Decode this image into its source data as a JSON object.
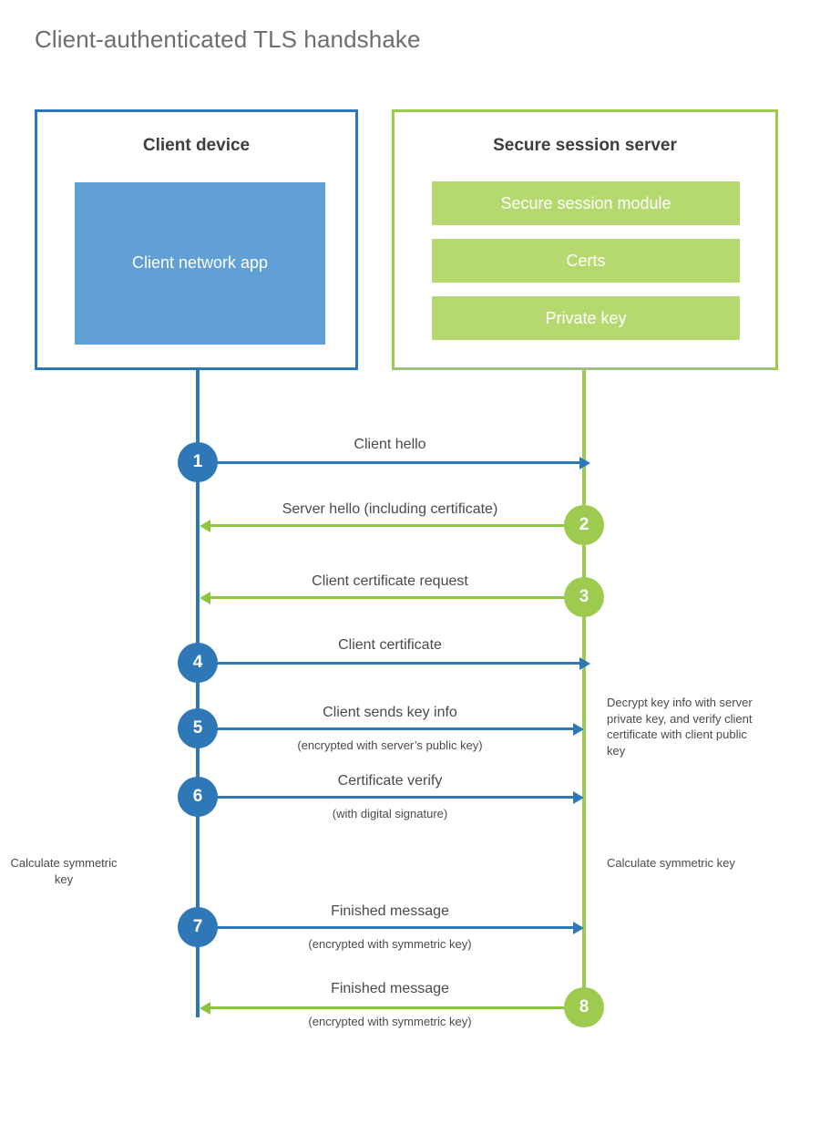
{
  "title": "Client-authenticated TLS handshake",
  "colors": {
    "client_border": "#2e75b6",
    "client_fill": "#619fd7",
    "server_border": "#9ccb4f",
    "server_fill": "#b5d96f",
    "arrow_blue": "#2e78b8",
    "arrow_green": "#8cc63f",
    "title_text": "#6e6e6e",
    "body_text": "#4a4a4a"
  },
  "client_panel": {
    "title": "Client device",
    "app_label": "Client network app"
  },
  "server_panel": {
    "title": "Secure session server",
    "blocks": [
      {
        "label": "Secure session module"
      },
      {
        "label": "Certs"
      },
      {
        "label": "Private key"
      }
    ]
  },
  "steps": [
    {
      "num": "1",
      "label": "Client hello",
      "sub": "",
      "direction": "client-to-server",
      "color": "blue"
    },
    {
      "num": "2",
      "label": "Server hello (including certificate)",
      "sub": "",
      "direction": "server-to-client",
      "color": "green"
    },
    {
      "num": "3",
      "label": "Client certificate request",
      "sub": "",
      "direction": "server-to-client",
      "color": "green"
    },
    {
      "num": "4",
      "label": "Client certificate",
      "sub": "",
      "direction": "client-to-server",
      "color": "blue"
    },
    {
      "num": "5",
      "label": "Client sends key info",
      "sub": "(encrypted with server’s public key)",
      "direction": "client-to-server",
      "color": "blue"
    },
    {
      "num": "6",
      "label": "Certificate verify",
      "sub": "(with digital signature)",
      "direction": "client-to-server",
      "color": "blue"
    },
    {
      "num": "7",
      "label": "Finished message",
      "sub": "(encrypted with symmetric key)",
      "direction": "client-to-server",
      "color": "blue"
    },
    {
      "num": "8",
      "label": "Finished message",
      "sub": "(encrypted with symmetric key)",
      "direction": "server-to-client",
      "color": "green"
    }
  ],
  "notes": {
    "server_decrypt": "Decrypt key info with server private key, and verify client certificate with client public key",
    "client_calculate": "Calculate symmetric key",
    "server_calculate": "Calculate symmetric key"
  }
}
